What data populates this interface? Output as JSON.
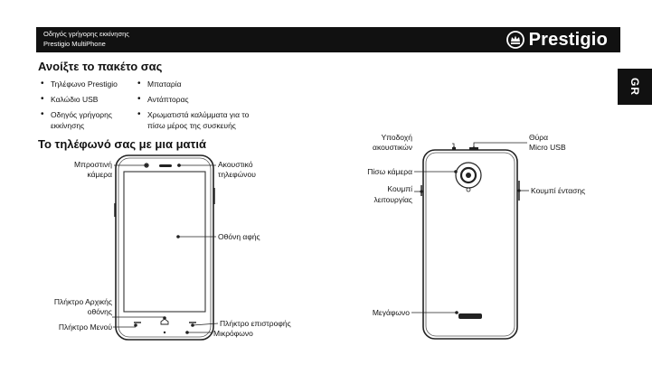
{
  "header": {
    "line1": "Οδηγός γρήγορης εκκίνησης",
    "line2": "Prestigio MultiPhone",
    "brand": "Prestigio",
    "language_tab": "GR"
  },
  "section_open": {
    "title": "Ανοίξτε το πακέτο σας",
    "items_left": [
      "Τηλέφωνο Prestigio",
      "Καλώδιο USB",
      "Οδηγός γρήγορης",
      "εκκίνησης"
    ],
    "items_right": [
      "Μπαταρία",
      "Αντάπτορας",
      "Χρωματιστά καλύμματα για το",
      "πίσω μέρος της συσκευής"
    ]
  },
  "section_glance": {
    "title": "Το τηλέφωνό σας με μια ματιά"
  },
  "front_labels": {
    "front_camera_1": "Μπροστινή",
    "front_camera_2": "κάμερα",
    "earpiece_1": "Ακουστικό",
    "earpiece_2": "τηλεφώνου",
    "touchscreen": "Οθόνη αφής",
    "home_key_1": "Πλήκτρο Αρχικής",
    "home_key_2": "οθόνης",
    "menu_key": "Πλήκτρο Μενού",
    "back_key": "Πλήκτρο επιστροφής",
    "microphone": "Μικρόφωνο"
  },
  "back_labels": {
    "headset_jack_1": "Υποδοχή",
    "headset_jack_2": "ακουστικών",
    "micro_usb_1": "Θύρα",
    "micro_usb_2": "Micro USB",
    "rear_camera": "Πίσω κάμερα",
    "function_key_1": "Κουμπί",
    "function_key_2": "λειτουργίας",
    "volume_key": "Κουμπί έντασης",
    "speaker": "Μεγάφωνο"
  }
}
